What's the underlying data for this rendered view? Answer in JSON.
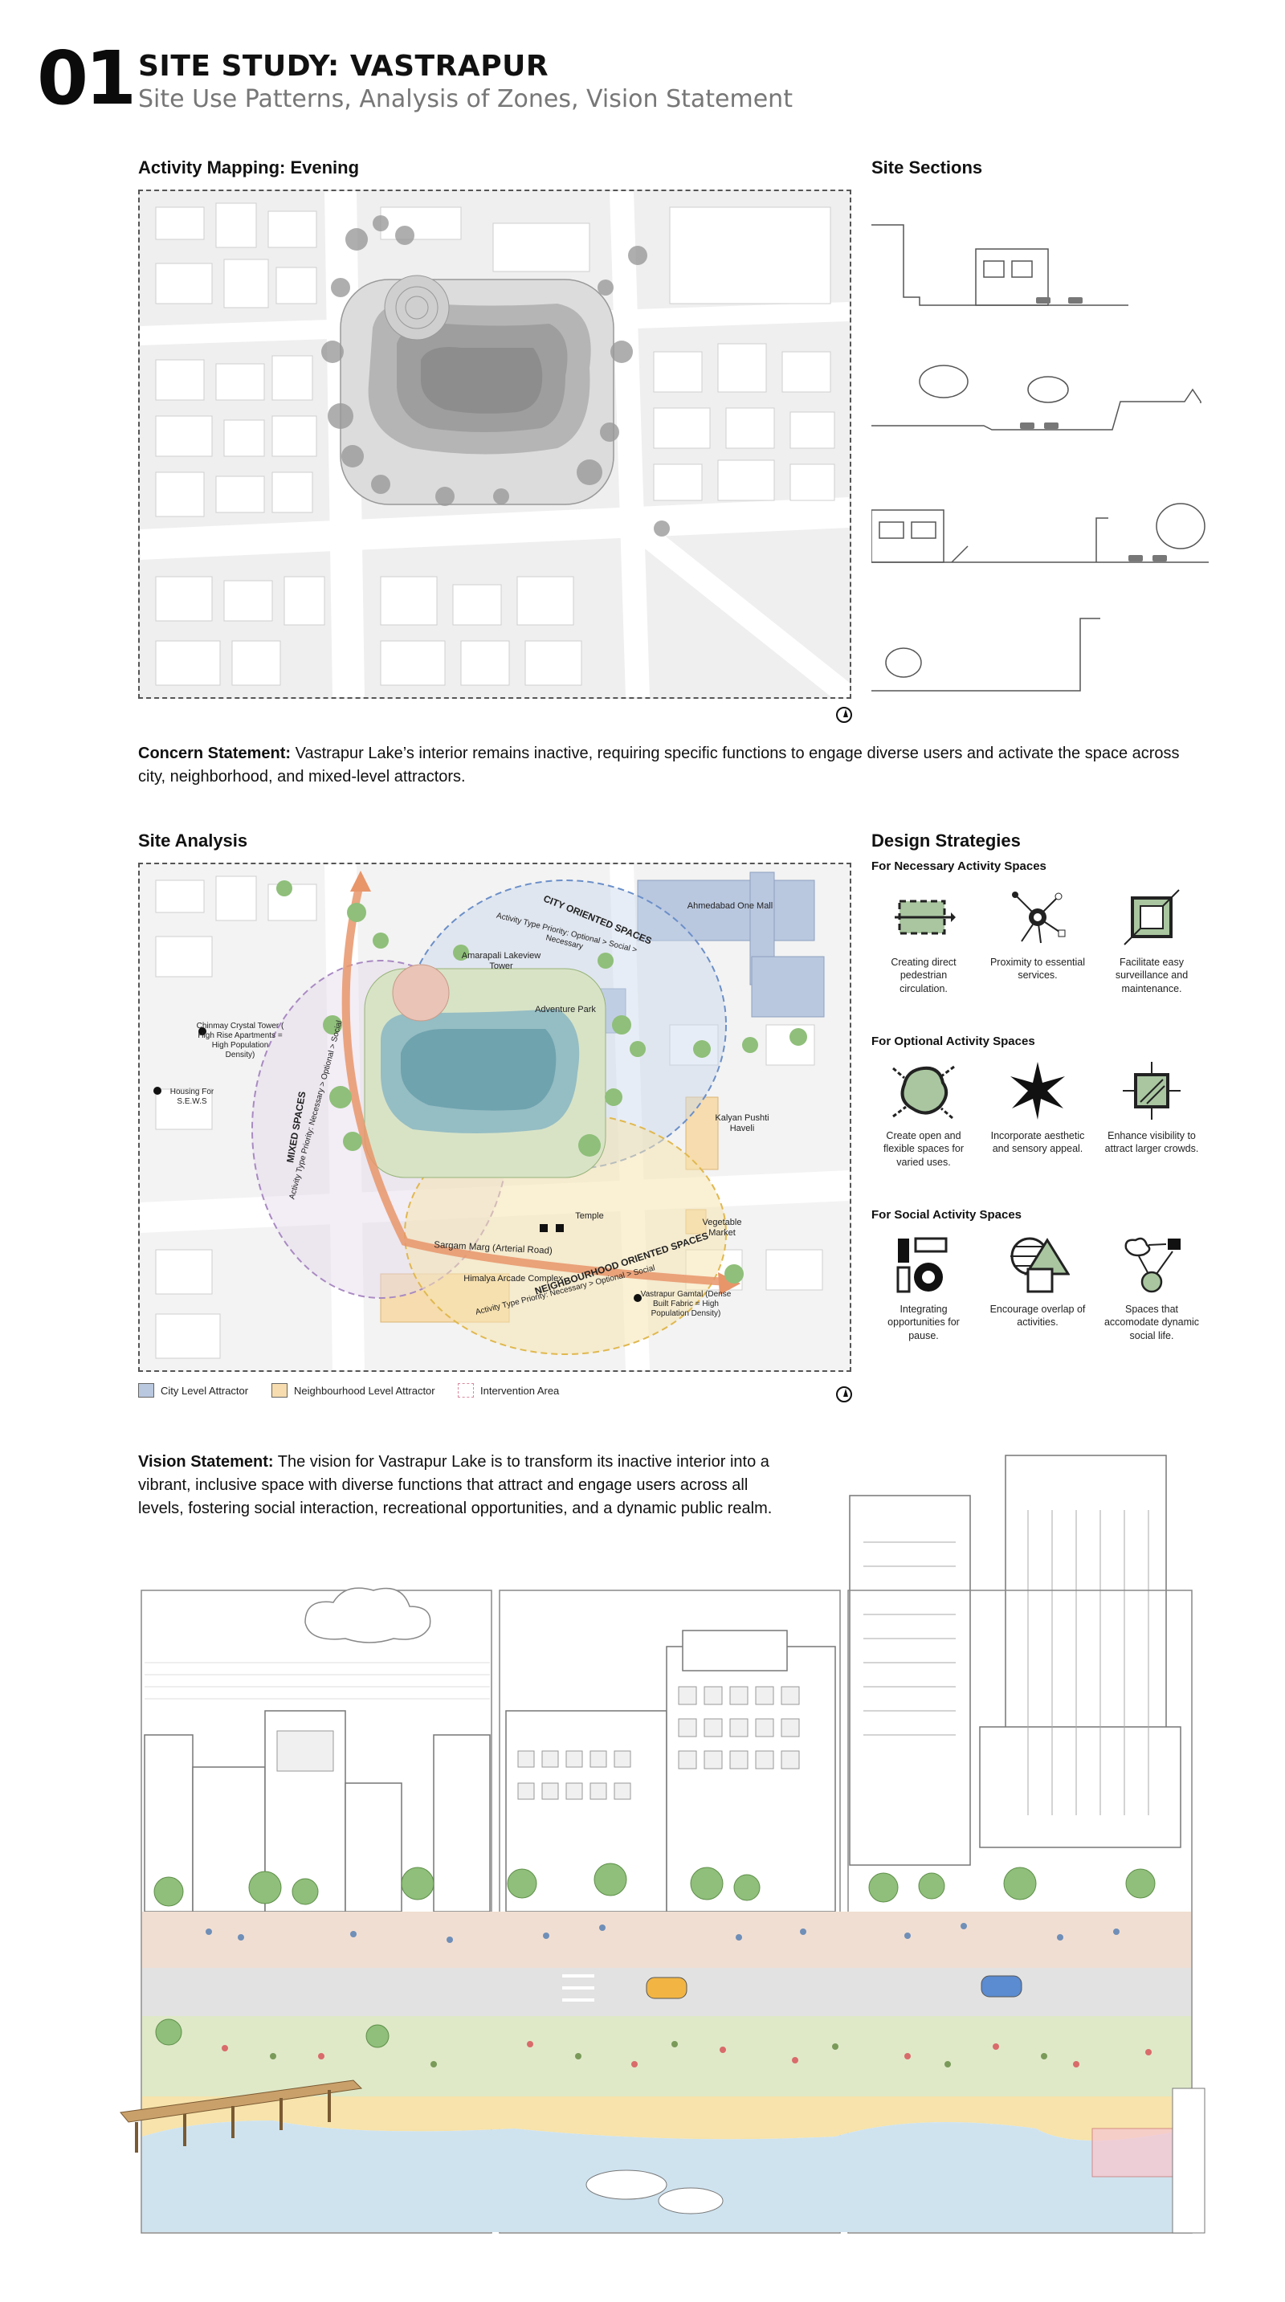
{
  "header": {
    "number": "01",
    "title": "SITE STUDY: VASTRAPUR",
    "subtitle": "Site Use Patterns, Analysis of Zones, Vision Statement"
  },
  "activity_mapping": {
    "heading": "Activity Mapping: Evening"
  },
  "site_sections": {
    "heading": "Site Sections"
  },
  "concern": {
    "label": "Concern Statement:",
    "text": " Vastrapur Lake’s interior remains inactive, requiring specific functions to engage diverse users and activate the space across city, neighborhood, and mixed-level attractors."
  },
  "site_analysis": {
    "heading": "Site Analysis",
    "labels": {
      "one_mall": "Ahmedabad One Mall",
      "city_oriented": "CITY ORIENTED SPACES",
      "city_priority": "Activity Type Priority: Optional > Social > Necessary",
      "amrapali": "Amarapali Lakeview Tower",
      "adventure_park": "Adventure Park",
      "chinmay": "Chinmay Crystal Tower ( High Rise Apartments = High Population Density)",
      "housing": "Housing For S.E.W.S",
      "mixed": "MIXED SPACES",
      "mixed_priority": "Activity Type Priority: Necessary > Optional > Social",
      "kalyan": "Kalyan Pushti Haveli",
      "temple": "Temple",
      "vegetable": "Vegetable Market",
      "sargam": "Sargam Marg (Arterial Road)",
      "himalya": "Himalya Arcade Complex",
      "neigh_oriented": "NEIGHBOURHOOD ORIENTED SPACES",
      "neigh_priority": "Activity Type Priority: Necessary > Optional > Social",
      "gamtal": "Vastrapur Gamtal (Dense Built Fabric = High Population Density)"
    },
    "legend": [
      {
        "label": "City Level Attractor",
        "color": "#b9c7df"
      },
      {
        "label": "Neighbourhood Level Attractor",
        "color": "#f6dcae"
      },
      {
        "label": "Intervention Area",
        "color": "#ffffff"
      }
    ]
  },
  "design_strategies": {
    "heading": "Design Strategies",
    "groups": [
      {
        "title": "For Necessary Activity Spaces",
        "items": [
          {
            "icon": "pedestrian-circulation-icon",
            "caption": "Creating direct pedestrian circulation."
          },
          {
            "icon": "proximity-services-icon",
            "caption": "Proximity to essential services."
          },
          {
            "icon": "surveillance-icon",
            "caption": "Facilitate easy surveillance and maintenance."
          }
        ]
      },
      {
        "title": "For Optional Activity Spaces",
        "items": [
          {
            "icon": "flexible-space-icon",
            "caption": "Create open and flexible spaces for varied uses."
          },
          {
            "icon": "aesthetic-appeal-icon",
            "caption": "Incorporate aesthetic and sensory appeal."
          },
          {
            "icon": "visibility-icon",
            "caption": "Enhance visibility to attract larger crowds."
          }
        ]
      },
      {
        "title": "For Social Activity Spaces",
        "items": [
          {
            "icon": "pause-icon",
            "caption": "Integrating opportunities for pause."
          },
          {
            "icon": "overlap-icon",
            "caption": "Encourage overlap of activities."
          },
          {
            "icon": "social-life-icon",
            "caption": "Spaces that accomodate dynamic social life."
          }
        ]
      }
    ]
  },
  "vision": {
    "label": "Vision Statement:",
    "text": " The vision for Vastrapur Lake is to transform its inactive interior into a vibrant, inclusive space with diverse functions that attract and engage users across all levels, fostering social interaction, recreational opportunities, and a dynamic public realm."
  },
  "colors": {
    "lake": "#cfe3ef",
    "sand": "#f7e3ab",
    "grass": "#dfe9c8",
    "plaza": "#f1ded2",
    "road": "#e2e2e2",
    "tree": "#8fbf7a",
    "accent_orange": "#e8956a",
    "city_blue": "#b9c7df",
    "neigh_yellow": "#f6dcae"
  }
}
